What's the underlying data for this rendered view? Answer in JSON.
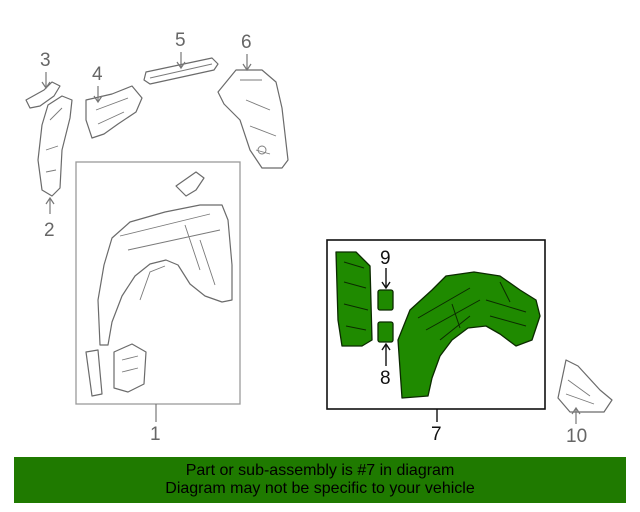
{
  "diagram": {
    "callouts": [
      "1",
      "2",
      "3",
      "4",
      "5",
      "6",
      "7",
      "8",
      "9",
      "10"
    ],
    "colors": {
      "highlight": "#1f8a00",
      "banner": "#1f7a00",
      "outline": "#6b6b6b"
    }
  },
  "banner": {
    "line1": "Part or sub-assembly is #7 in diagram",
    "line2": "Diagram may not be specific to your vehicle"
  }
}
